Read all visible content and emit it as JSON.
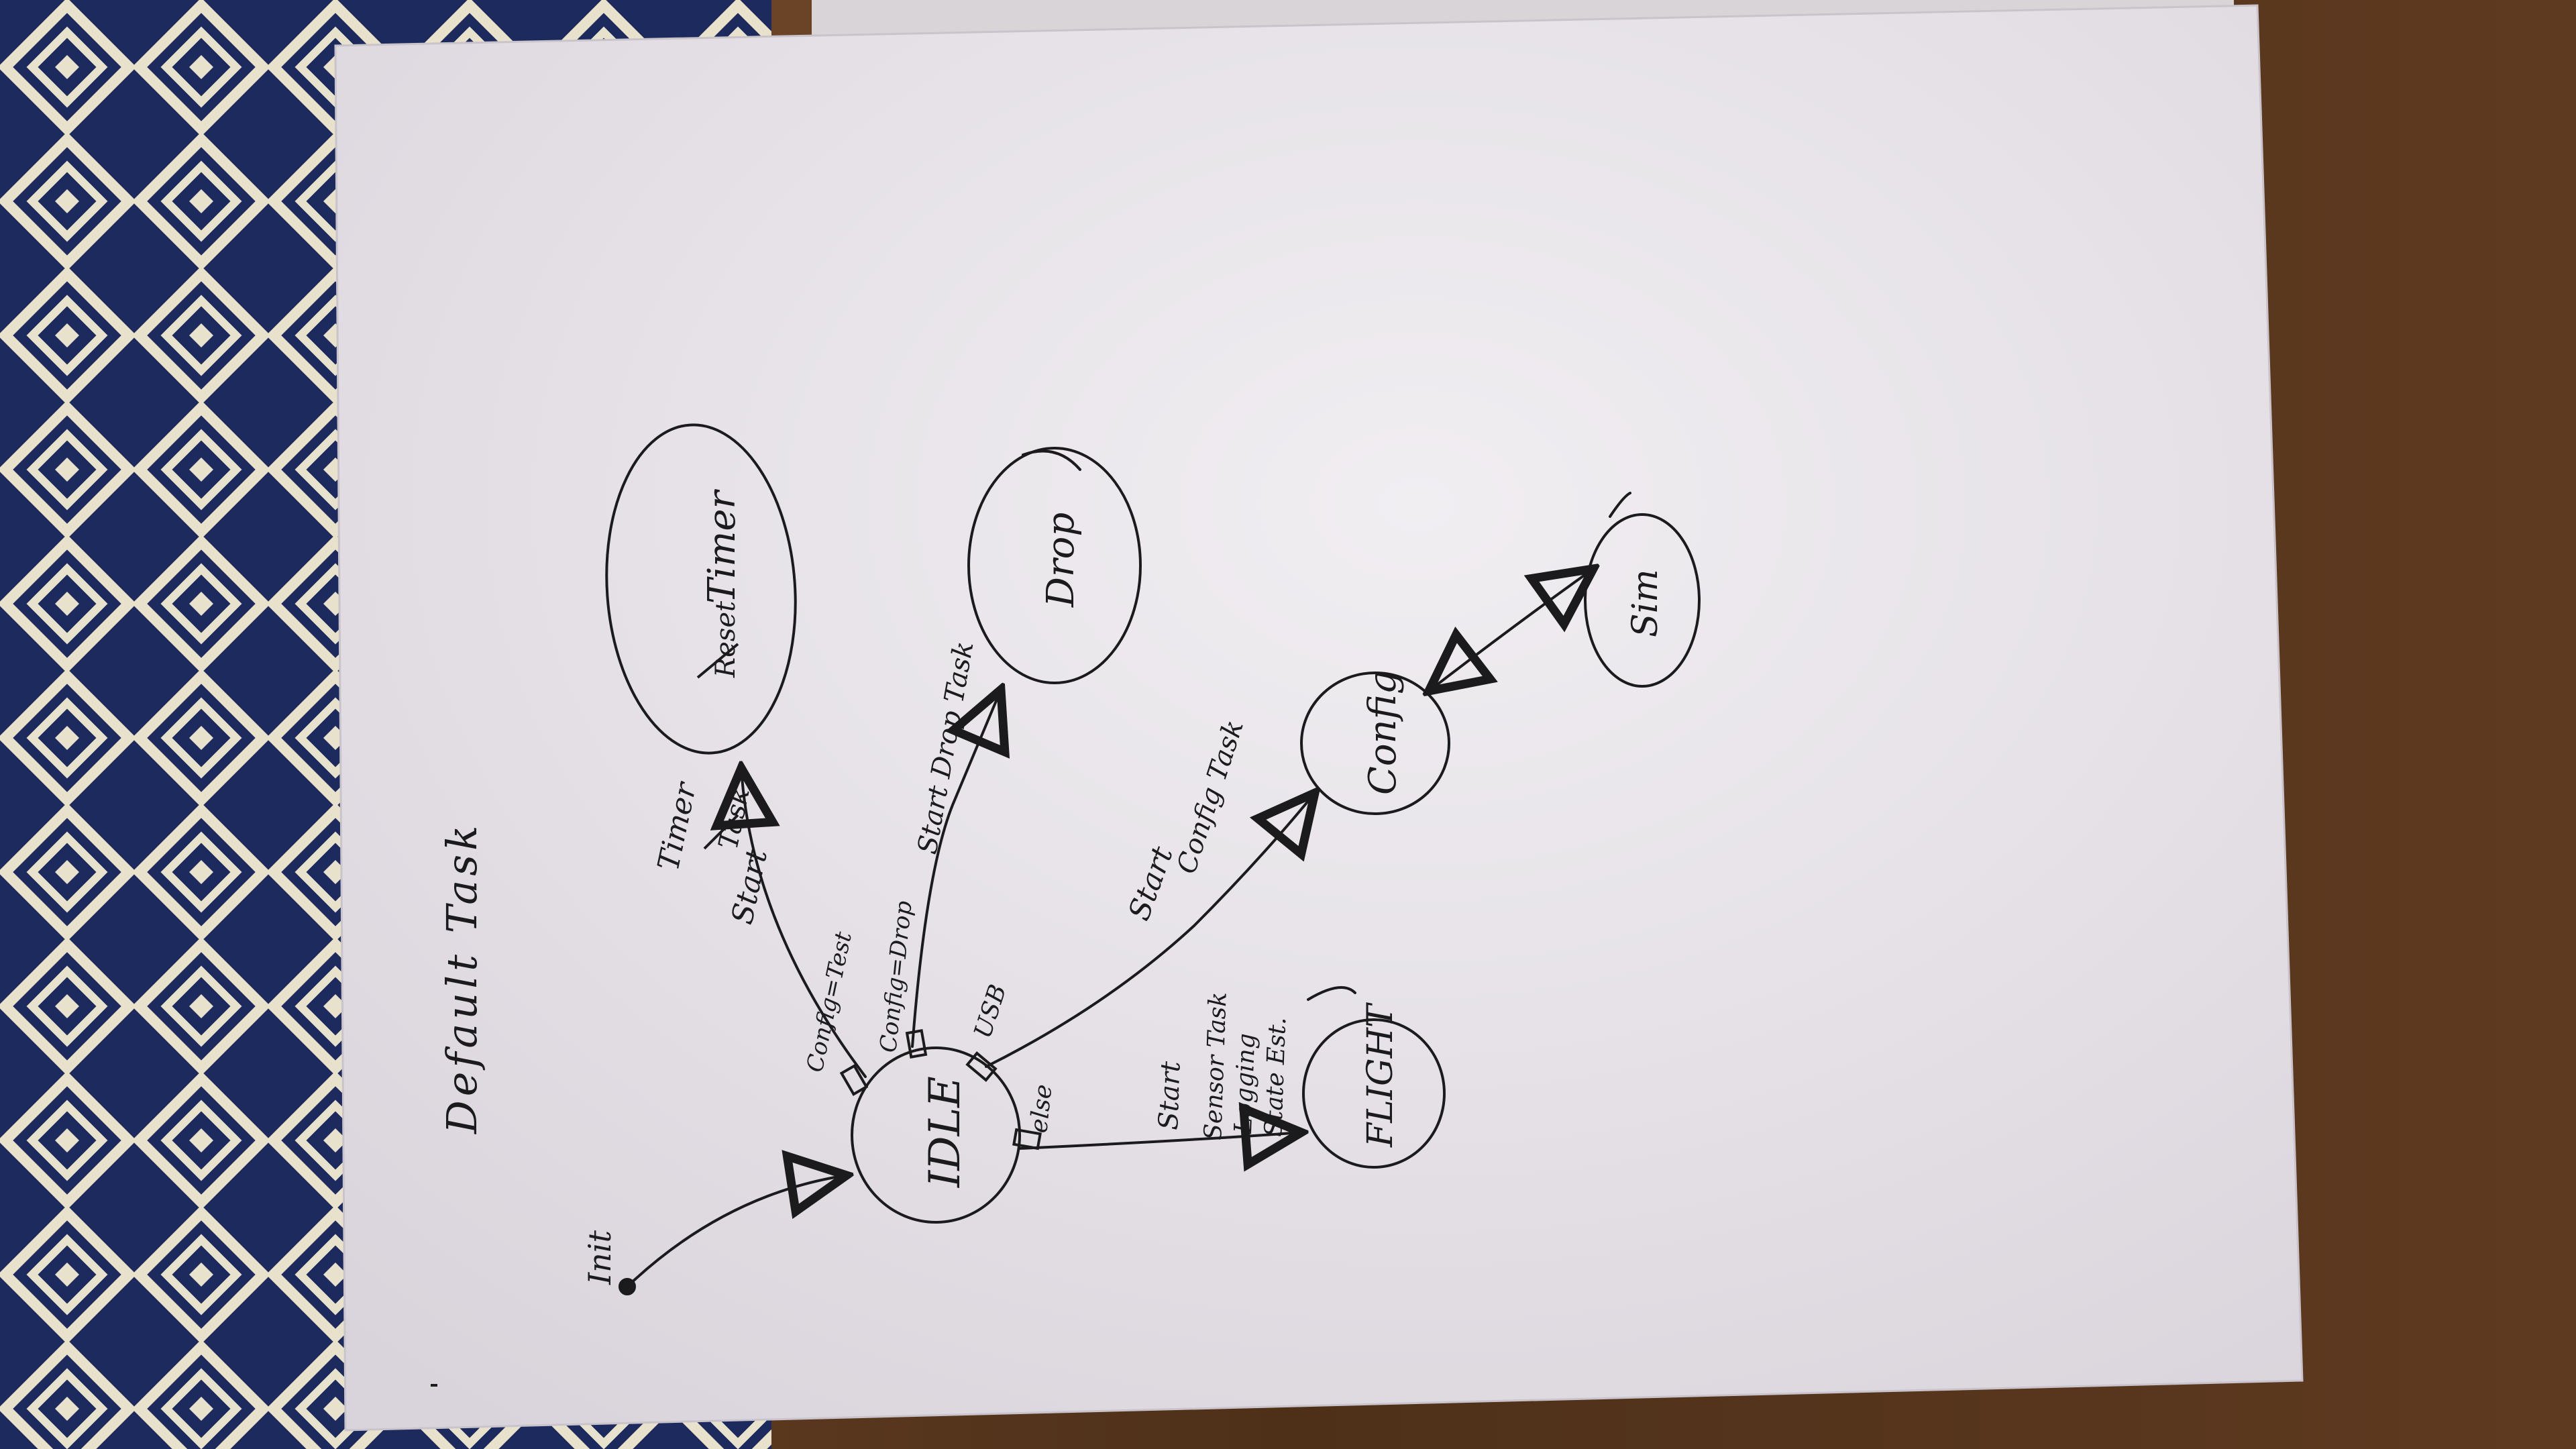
{
  "title": "Default Task",
  "initial_label": "Init",
  "states": {
    "idle": "IDLE",
    "timer": "Timer",
    "timer_struck": "Reset",
    "drop": "Drop",
    "config": "Config",
    "sim": "Sim",
    "flight": "FLIGHT"
  },
  "transitions": {
    "idle_to_timer": {
      "line1": "Timer",
      "line2": "Start",
      "line2_struck": "Task",
      "guard": "Config=Test"
    },
    "idle_to_drop": {
      "label": "Start Drop Task",
      "guard": "Config=Drop"
    },
    "idle_to_config": {
      "line1": "Start",
      "line2": "Config Task",
      "guard": "USB"
    },
    "idle_to_flight": {
      "line1": "Start",
      "line2": "Sensor Task",
      "line3": "Logging",
      "line4": "State Est.",
      "guard": "else"
    }
  },
  "colors": {
    "ink": "#1b1a1d",
    "paper": "#e9e5ea",
    "wood": "#5a3a22",
    "rug_dark": "#1c2a5e",
    "rug_light": "#e8e2cc"
  }
}
